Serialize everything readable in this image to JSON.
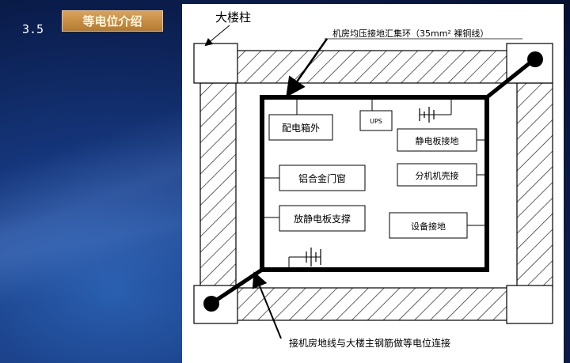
{
  "slide": {
    "section_number": "3.5",
    "section_title": "等电位介绍"
  },
  "diagram": {
    "pillar_label": "大楼柱",
    "ring_label": "机房均压接地汇集环（35mm² 裸铜线）",
    "bottom_label": "接机房地线与大楼主钢筋做等电位连接",
    "left_equipment": [
      "配电箱外",
      "铝合金门窗",
      "放静电板支撑"
    ],
    "ups_label": "UPS",
    "right_equipment": [
      "静电板接地",
      "分机机壳接",
      "设备接地"
    ]
  }
}
